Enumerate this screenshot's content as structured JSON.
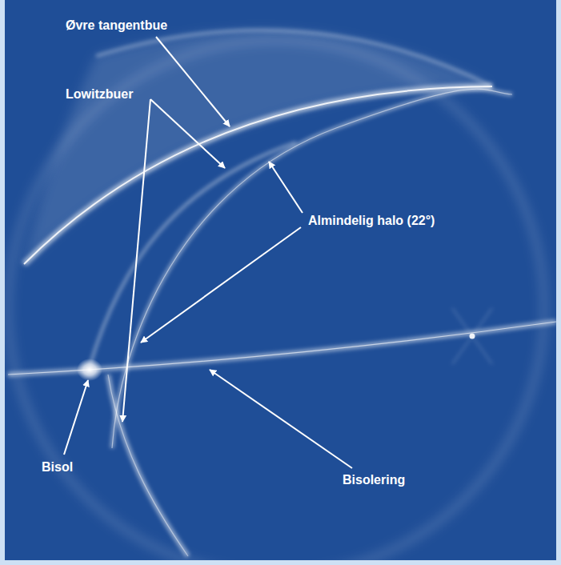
{
  "diagram": {
    "labels": [
      "Øvre tangentbue",
      "Lowitzbuer",
      "Almindelig halo (22°)",
      "Bisol",
      "Bisolering"
    ]
  }
}
